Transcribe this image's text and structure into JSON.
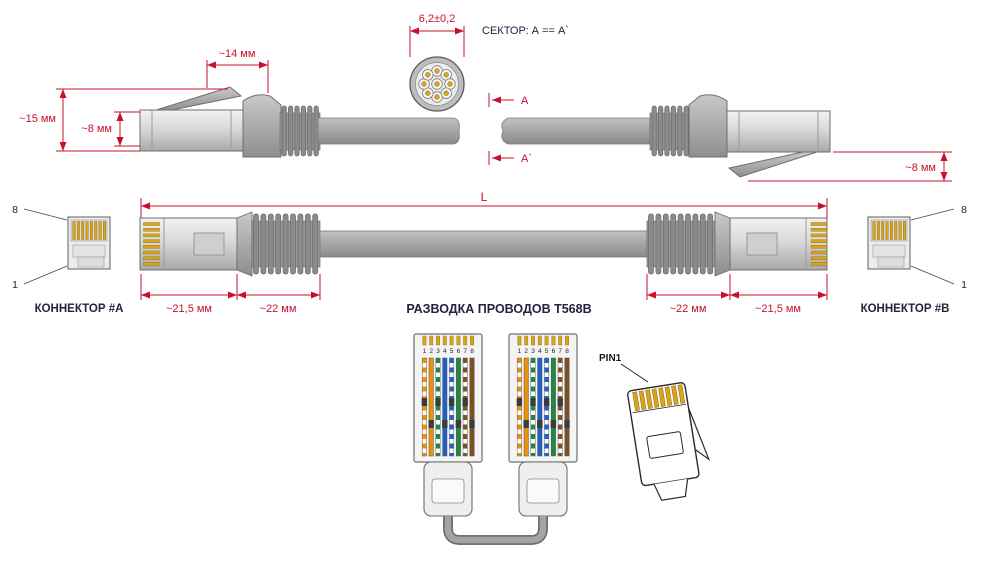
{
  "colors": {
    "dimension_red": "#c8102e",
    "label_navy": "#23233f",
    "cable_gray": "#a3a3a3",
    "contact_gold": "#d8a31d"
  },
  "top_view": {
    "dim_boot": "~14 мм",
    "dim_height": "~15 мм",
    "dim_plug_left": "~8 мм",
    "dim_plug_right": "~8 мм",
    "dim_diameter": "6,2±0,2",
    "sector_note": "СЕКТОР: А == А`",
    "section_a": "А",
    "section_a_prime": "А`"
  },
  "plan_view": {
    "dim_length": "L",
    "pin_top_a": "8",
    "pin_bottom_a": "1",
    "pin_top_b": "8",
    "pin_bottom_b": "1",
    "connector_a_label": "КОННЕКТОР #А",
    "connector_b_label": "КОННЕКТОР #B",
    "dim_plug_a": "~21,5 мм",
    "dim_boot_a": "~22 мм",
    "dim_boot_b": "~22 мм",
    "dim_plug_b": "~21,5 мм"
  },
  "wiring": {
    "title": "РАЗВОДКА ПРОВОДОВ Т568В",
    "pin1_label": "PIN1",
    "standard": "T568B",
    "pins": [
      {
        "pin": "1",
        "style": "stripe",
        "color": "#e8900f",
        "name": "white-orange"
      },
      {
        "pin": "2",
        "style": "solid",
        "color": "#e8900f",
        "name": "orange"
      },
      {
        "pin": "3",
        "style": "stripe",
        "color": "#1f8a3e",
        "name": "white-green"
      },
      {
        "pin": "4",
        "style": "solid",
        "color": "#2060c8",
        "name": "blue"
      },
      {
        "pin": "5",
        "style": "stripe",
        "color": "#2060c8",
        "name": "white-blue"
      },
      {
        "pin": "6",
        "style": "solid",
        "color": "#1f8a3e",
        "name": "green"
      },
      {
        "pin": "7",
        "style": "stripe",
        "color": "#7d4f21",
        "name": "white-brown"
      },
      {
        "pin": "8",
        "style": "solid",
        "color": "#7d4f21",
        "name": "brown"
      }
    ]
  }
}
